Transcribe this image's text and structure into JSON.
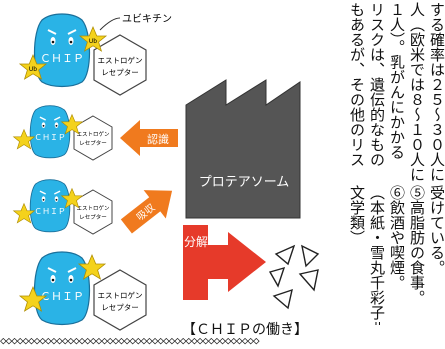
{
  "diagram": {
    "title": "【ＣＨＩＰの働き】",
    "ubiquitin_callout": "ユビキチン",
    "chip_label": "ＣＨＩＰ",
    "ub_label": "Ub",
    "receptor_label_line1": "エストロゲン",
    "receptor_label_line2": "レセプター",
    "proteasome_label": "プロテアソーム",
    "arrow_recognize": "認識",
    "arrow_absorb": "吸収",
    "arrow_decompose": "分解"
  },
  "article": {
    "columns": [
      "する確率は２５〜３０人に１",
      "人（欧米では８〜１０人に",
      "１人）。乳がんにかかる",
      "リスクは、遺伝的なもの",
      "もあるが、その他のリス"
    ],
    "right_columns": [
      "受けている。",
      "⑤高脂肪の食事。",
      "⑥飲酒や喫煙。",
      "（本紙・雪丸千彩子＝人",
      "文学類）"
    ]
  },
  "colors": {
    "chip_blue": "#2ab3e6",
    "star_yellow": "#f4d21c",
    "arrow_orange": "#f07a1e",
    "arrow_red": "#e63a2a",
    "factory_grey": "#555555"
  },
  "icons": [
    "chip-character-icon",
    "ubiquitin-star-icon",
    "estrogen-receptor-hexagon-icon",
    "proteasome-factory-icon",
    "fragment-triangle-icon"
  ]
}
